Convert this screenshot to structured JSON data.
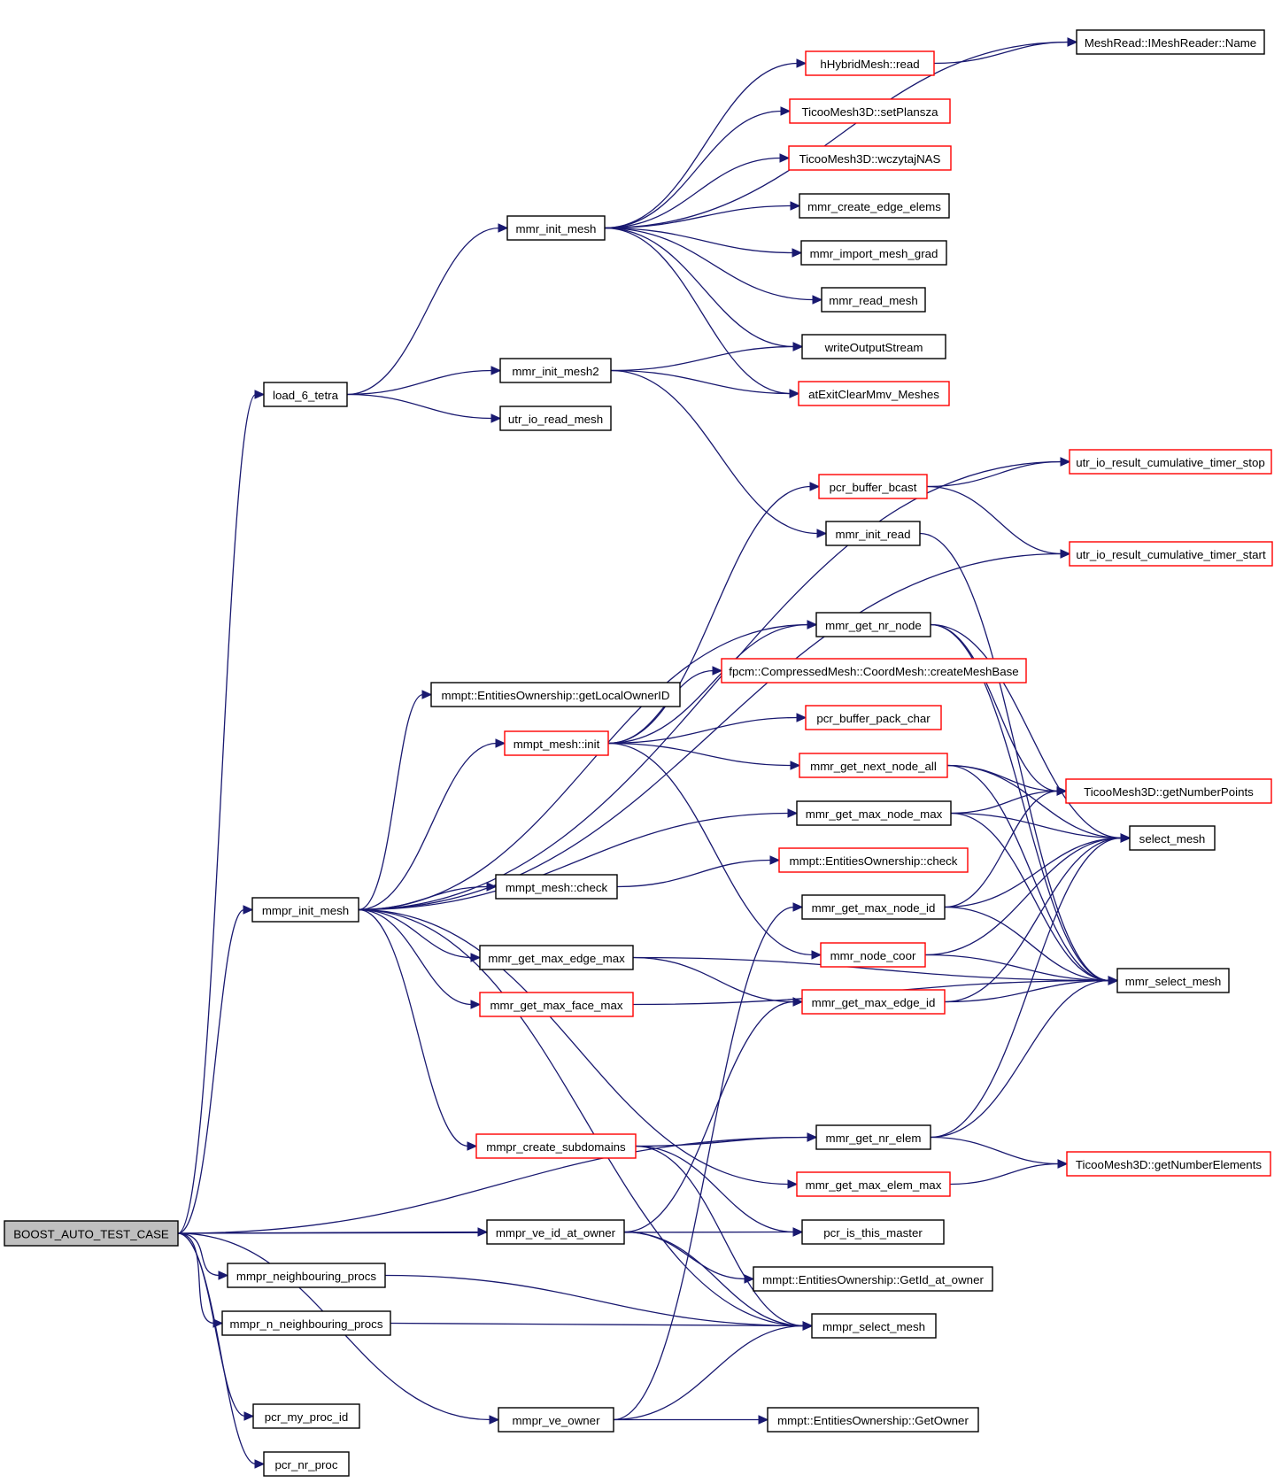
{
  "nodes": {
    "boost": {
      "label": "BOOST_AUTO_TEST_CASE",
      "style": "root"
    },
    "load6": {
      "label": "load_6_tetra",
      "style": "black"
    },
    "mmprInit": {
      "label": "mmpr_init_mesh",
      "style": "black"
    },
    "mmprNeigh": {
      "label": "mmpr_neighbouring_procs",
      "style": "black"
    },
    "mmprNNeigh": {
      "label": "mmpr_n_neighbouring_procs",
      "style": "black"
    },
    "pcrMyProc": {
      "label": "pcr_my_proc_id",
      "style": "black"
    },
    "pcrNrProc": {
      "label": "pcr_nr_proc",
      "style": "black"
    },
    "mmrInitMesh": {
      "label": "mmr_init_mesh",
      "style": "black"
    },
    "mmrInitMesh2": {
      "label": "mmr_init_mesh2",
      "style": "black"
    },
    "utrIoRead": {
      "label": "utr_io_read_mesh",
      "style": "black"
    },
    "entLocal": {
      "label": "mmpt::EntitiesOwnership::getLocalOwnerID",
      "style": "black"
    },
    "mmptInit": {
      "label": "mmpt_mesh::init",
      "style": "red"
    },
    "mmptCheck": {
      "label": "mmpt_mesh::check",
      "style": "black"
    },
    "getMaxEdgeMax": {
      "label": "mmr_get_max_edge_max",
      "style": "black"
    },
    "getMaxFaceMax": {
      "label": "mmr_get_max_face_max",
      "style": "red"
    },
    "createSub": {
      "label": "mmpr_create_subdomains",
      "style": "red"
    },
    "veIdOwner": {
      "label": "mmpr_ve_id_at_owner",
      "style": "black"
    },
    "veOwner": {
      "label": "mmpr_ve_owner",
      "style": "black"
    },
    "hHybrid": {
      "label": "hHybridMesh::read",
      "style": "red"
    },
    "setPlansza": {
      "label": "TicooMesh3D::setPlansza",
      "style": "red"
    },
    "wczytaj": {
      "label": "TicooMesh3D::wczytajNAS",
      "style": "red"
    },
    "createEdge": {
      "label": "mmr_create_edge_elems",
      "style": "black"
    },
    "importGrad": {
      "label": "mmr_import_mesh_grad",
      "style": "black"
    },
    "readMesh": {
      "label": "mmr_read_mesh",
      "style": "black"
    },
    "writeOut": {
      "label": "writeOutputStream",
      "style": "black"
    },
    "atExit": {
      "label": "atExitClearMmv_Meshes",
      "style": "red"
    },
    "pcrBcast": {
      "label": "pcr_buffer_bcast",
      "style": "red"
    },
    "mmrInitRead": {
      "label": "mmr_init_read",
      "style": "black"
    },
    "getNrNode": {
      "label": "mmr_get_nr_node",
      "style": "black"
    },
    "fpcm": {
      "label": "fpcm::CompressedMesh::CoordMesh::createMeshBase",
      "style": "red"
    },
    "packChar": {
      "label": "pcr_buffer_pack_char",
      "style": "red"
    },
    "nextNode": {
      "label": "mmr_get_next_node_all",
      "style": "red"
    },
    "maxNodeMax": {
      "label": "mmr_get_max_node_max",
      "style": "black"
    },
    "entCheck": {
      "label": "mmpt::EntitiesOwnership::check",
      "style": "red"
    },
    "maxNodeId": {
      "label": "mmr_get_max_node_id",
      "style": "black"
    },
    "nodeCoor": {
      "label": "mmr_node_coor",
      "style": "red"
    },
    "maxEdgeId": {
      "label": "mmr_get_max_edge_id",
      "style": "red"
    },
    "getNrElem": {
      "label": "mmr_get_nr_elem",
      "style": "black"
    },
    "maxElemMax": {
      "label": "mmr_get_max_elem_max",
      "style": "red"
    },
    "isMaster": {
      "label": "pcr_is_this_master",
      "style": "black"
    },
    "getIdOwner": {
      "label": "mmpt::EntitiesOwnership::GetId_at_owner",
      "style": "black"
    },
    "mmprSelect": {
      "label": "mmpr_select_mesh",
      "style": "black"
    },
    "getOwner": {
      "label": "mmpt::EntitiesOwnership::GetOwner",
      "style": "black"
    },
    "meshName": {
      "label": "MeshRead::IMeshReader::Name",
      "style": "black"
    },
    "timerStop": {
      "label": "utr_io_result_cumulative_timer_stop",
      "style": "red"
    },
    "timerStart": {
      "label": "utr_io_result_cumulative_timer_start",
      "style": "red"
    },
    "numPoints": {
      "label": "TicooMesh3D::getNumberPoints",
      "style": "red"
    },
    "selectMesh": {
      "label": "select_mesh",
      "style": "black"
    },
    "mmrSelect": {
      "label": "mmr_select_mesh",
      "style": "black"
    },
    "numElements": {
      "label": "TicooMesh3D::getNumberElements",
      "style": "red"
    }
  },
  "edges": [
    [
      "boost",
      "load6"
    ],
    [
      "boost",
      "mmprInit"
    ],
    [
      "boost",
      "mmprNeigh"
    ],
    [
      "boost",
      "mmprNNeigh"
    ],
    [
      "boost",
      "pcrMyProc"
    ],
    [
      "boost",
      "pcrNrProc"
    ],
    [
      "boost",
      "veIdOwner"
    ],
    [
      "boost",
      "veOwner"
    ],
    [
      "boost",
      "getNrElem"
    ],
    [
      "boost",
      "isMaster"
    ],
    [
      "load6",
      "mmrInitMesh"
    ],
    [
      "load6",
      "mmrInitMesh2"
    ],
    [
      "load6",
      "utrIoRead"
    ],
    [
      "mmrInitMesh",
      "meshName"
    ],
    [
      "mmrInitMesh",
      "hHybrid"
    ],
    [
      "mmrInitMesh",
      "setPlansza"
    ],
    [
      "mmrInitMesh",
      "wczytaj"
    ],
    [
      "mmrInitMesh",
      "createEdge"
    ],
    [
      "mmrInitMesh",
      "importGrad"
    ],
    [
      "mmrInitMesh",
      "readMesh"
    ],
    [
      "mmrInitMesh",
      "writeOut"
    ],
    [
      "mmrInitMesh",
      "atExit"
    ],
    [
      "hHybrid",
      "meshName"
    ],
    [
      "mmrInitMesh2",
      "writeOut"
    ],
    [
      "mmrInitMesh2",
      "atExit"
    ],
    [
      "mmrInitMesh2",
      "mmrInitRead"
    ],
    [
      "mmrInitRead",
      "mmrSelect"
    ],
    [
      "pcrBcast",
      "timerStop"
    ],
    [
      "pcrBcast",
      "timerStart"
    ],
    [
      "mmprInit",
      "timerStop"
    ],
    [
      "mmprInit",
      "timerStart"
    ],
    [
      "mmprInit",
      "getNrNode"
    ],
    [
      "mmprInit",
      "entLocal"
    ],
    [
      "mmprInit",
      "mmptInit"
    ],
    [
      "mmprInit",
      "maxNodeMax"
    ],
    [
      "mmprInit",
      "mmptCheck"
    ],
    [
      "mmprInit",
      "getMaxEdgeMax"
    ],
    [
      "mmprInit",
      "getMaxFaceMax"
    ],
    [
      "mmprInit",
      "createSub"
    ],
    [
      "mmprInit",
      "maxElemMax"
    ],
    [
      "mmprInit",
      "mmprSelect"
    ],
    [
      "mmptInit",
      "pcrBcast"
    ],
    [
      "mmptInit",
      "getNrNode"
    ],
    [
      "mmptInit",
      "fpcm"
    ],
    [
      "mmptInit",
      "packChar"
    ],
    [
      "mmptInit",
      "nextNode"
    ],
    [
      "mmptInit",
      "nodeCoor"
    ],
    [
      "mmptCheck",
      "entCheck"
    ],
    [
      "getMaxEdgeMax",
      "maxEdgeId"
    ],
    [
      "getMaxEdgeMax",
      "mmrSelect"
    ],
    [
      "getMaxFaceMax",
      "mmrSelect"
    ],
    [
      "createSub",
      "getNrElem"
    ],
    [
      "createSub",
      "isMaster"
    ],
    [
      "createSub",
      "mmprSelect"
    ],
    [
      "veIdOwner",
      "getIdOwner"
    ],
    [
      "veIdOwner",
      "maxEdgeId"
    ],
    [
      "veIdOwner",
      "mmprSelect"
    ],
    [
      "veOwner",
      "getOwner"
    ],
    [
      "veOwner",
      "mmprSelect"
    ],
    [
      "veOwner",
      "maxNodeId"
    ],
    [
      "mmprNeigh",
      "mmprSelect"
    ],
    [
      "mmprNNeigh",
      "mmprSelect"
    ],
    [
      "getNrNode",
      "numPoints"
    ],
    [
      "getNrNode",
      "selectMesh"
    ],
    [
      "getNrNode",
      "mmrSelect"
    ],
    [
      "nextNode",
      "numPoints"
    ],
    [
      "nextNode",
      "selectMesh"
    ],
    [
      "nextNode",
      "mmrSelect"
    ],
    [
      "maxNodeMax",
      "numPoints"
    ],
    [
      "maxNodeMax",
      "selectMesh"
    ],
    [
      "maxNodeMax",
      "mmrSelect"
    ],
    [
      "maxNodeId",
      "selectMesh"
    ],
    [
      "maxNodeId",
      "numPoints"
    ],
    [
      "maxNodeId",
      "mmrSelect"
    ],
    [
      "nodeCoor",
      "selectMesh"
    ],
    [
      "nodeCoor",
      "mmrSelect"
    ],
    [
      "maxEdgeId",
      "selectMesh"
    ],
    [
      "maxEdgeId",
      "mmrSelect"
    ],
    [
      "getNrElem",
      "selectMesh"
    ],
    [
      "getNrElem",
      "numElements"
    ],
    [
      "getNrElem",
      "mmrSelect"
    ],
    [
      "maxElemMax",
      "numElements"
    ]
  ]
}
